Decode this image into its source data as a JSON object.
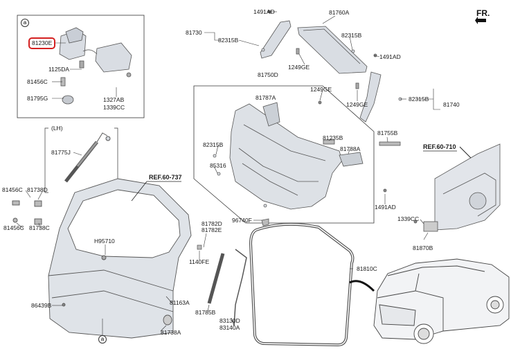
{
  "direction_label": "FR.",
  "refs": {
    "ref1": "REF.60-737",
    "ref2": "REF.60-710"
  },
  "inset": {
    "marker": "a",
    "lh_note": "(LH)"
  },
  "bottom_marker": "a",
  "labels": {
    "p81230E": "81230E",
    "p1125DA": "1125DA",
    "p81456C_a": "81456C",
    "p81795G": "81795G",
    "p1327AB": "1327AB",
    "p1339CC_a": "1339CC",
    "p81775J": "81775J",
    "p1491AD_top": "1491AD",
    "p81760A": "81760A",
    "p81730": "81730",
    "p82315B_1": "82315B",
    "p82315B_2": "82315B",
    "p1249GE_1": "1249GE",
    "p1491AD_2": "1491AD",
    "p81750D": "81750D",
    "p81787A": "81787A",
    "p1249GE_2": "1249GE",
    "p1249GE_3": "1249GE",
    "p82315B_3": "82315B",
    "p81740": "81740",
    "p81755B": "81755B",
    "p81235B": "81235B",
    "p82315B_4": "82315B",
    "p81788A": "81788A",
    "p85316": "85316",
    "p1491AD_3": "1491AD",
    "p96740F": "96740F",
    "p81456C_b": "81456C",
    "p81738D": "81738D",
    "p81456C_c": "81456C",
    "p81738C": "81738C",
    "pH95710": "H95710",
    "p81782D": "81782D",
    "p81782E": "81782E",
    "p1140FE": "1140FE",
    "p81810C": "81810C",
    "p1339CC_b": "1339CC",
    "p81870B": "81870B",
    "p86439B": "86439B",
    "p81163A": "81163A",
    "p81785B": "81785B",
    "p83130D": "83130D",
    "p83140A": "83140A",
    "p81738A": "81738A"
  }
}
